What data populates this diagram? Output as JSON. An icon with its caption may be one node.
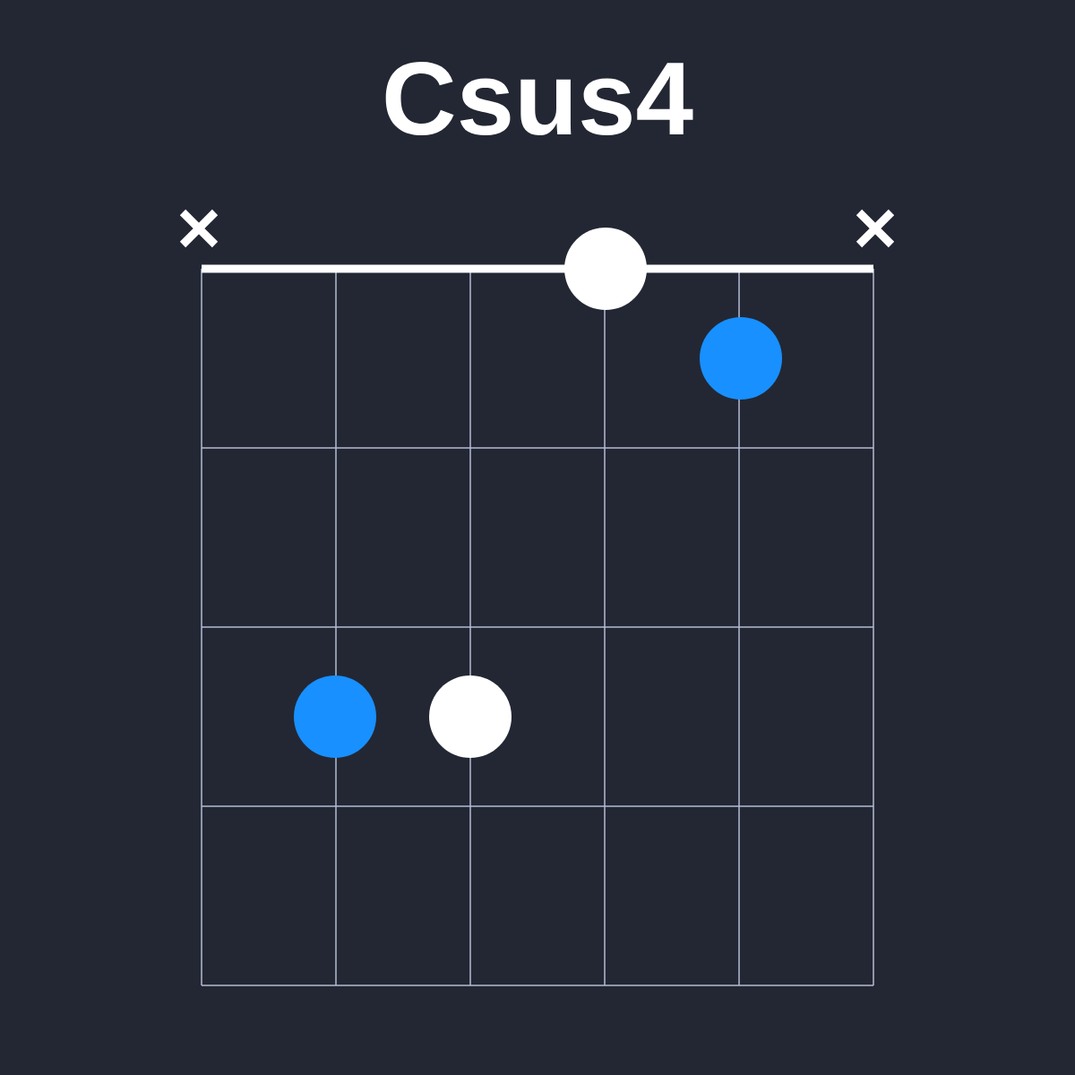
{
  "diagram": {
    "title": "Csus4",
    "nodes": [
      {
        "text": [],
        "shape": "circle"
      },
      {
        "text": [],
        "shape": "circle"
      },
      {
        "text": [],
        "shape": "circle"
      },
      {
        "text": [],
        "shape": "circle"
      }
    ]
  }
}
